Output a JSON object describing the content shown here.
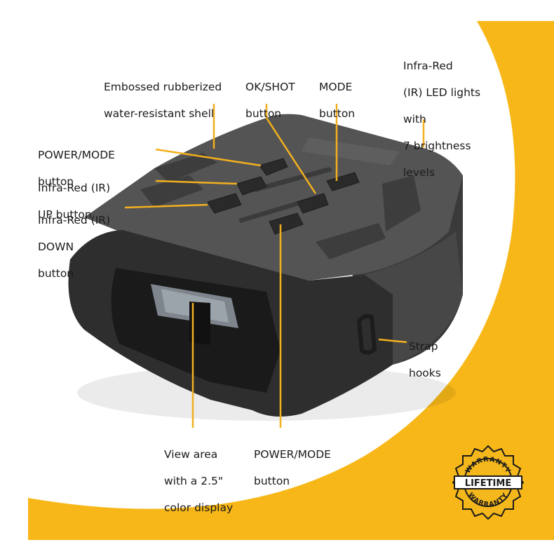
{
  "colors": {
    "accent_yellow": "#f7b718",
    "device_body": "#4a4a4a",
    "device_dark": "#262626",
    "leader_line": "#f2b01e",
    "badge_gold": "#f4b71c"
  },
  "labels": {
    "shell": [
      "Embossed rubberized",
      "water-resistant shell"
    ],
    "ok_shot": [
      "OK/SHOT",
      "button"
    ],
    "mode": [
      "MODE",
      "button"
    ],
    "ir_leds": [
      "Infra-Red",
      "(IR) LED lights",
      "with",
      "7 brightness",
      "levels"
    ],
    "power_mode_top": [
      "POWER/MODE",
      "button"
    ],
    "ir_up": [
      "Infra-Red (IR)",
      "UP button"
    ],
    "ir_down": [
      "Infra-Red (IR)",
      "DOWN",
      "button"
    ],
    "strap": [
      "Strap",
      "hooks"
    ],
    "view_area": [
      "View area",
      "with a 2.5\"",
      "color display"
    ],
    "power_mode_bottom": [
      "POWER/MODE",
      "button"
    ]
  },
  "badge": {
    "top_text": "WARRANTY",
    "middle_text": "LIFETIME",
    "bottom_text": "WARRANTY",
    "icon": "warranty-seal-icon"
  },
  "device": {
    "icon": "night-vision-binoculars"
  }
}
